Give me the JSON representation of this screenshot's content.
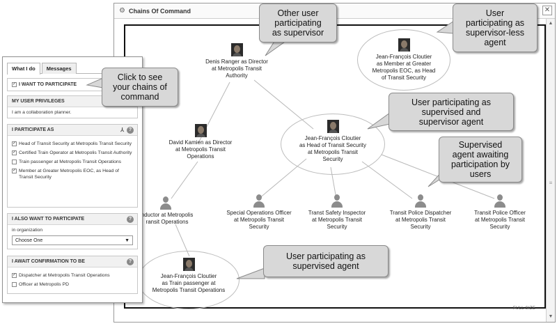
{
  "window": {
    "title": "Chains Of Command",
    "close_label": "✕",
    "full_size_label": "FULL SIZE"
  },
  "diagram": {
    "nodes": [
      {
        "id": "denis",
        "lines": [
          "Denis Ranger as Director",
          "at Metropolis Transit",
          "Authority"
        ]
      },
      {
        "id": "jf_eoc",
        "lines": [
          "Jean-François Cloutier",
          "as Member at Greater",
          "Metropolis EOC, as Head",
          "of Transit Security"
        ]
      },
      {
        "id": "david",
        "lines": [
          "David Kamien as Director",
          "at Metropolis Transit",
          "Operations"
        ]
      },
      {
        "id": "jf_head",
        "lines": [
          "Jean-François Cloutier",
          "as Head of Transit Security",
          "at Metropolis Transit",
          "Security"
        ]
      },
      {
        "id": "conductor",
        "lines": [
          "nductor at Metropolis",
          "ransit Operations"
        ]
      },
      {
        "id": "special",
        "lines": [
          "Special Operations Officer",
          "at Metropolis Transit",
          "Security"
        ]
      },
      {
        "id": "safety",
        "lines": [
          "Transt Safety Inspector",
          "at Metropolis Transit",
          "Security"
        ]
      },
      {
        "id": "dispatcher",
        "lines": [
          "Transit Police Dispatcher",
          "at Metropolis Transit",
          "Security"
        ]
      },
      {
        "id": "officer",
        "lines": [
          "Transit Police Officer",
          "at Metropolis Transit",
          "Security"
        ]
      },
      {
        "id": "jf_passenger",
        "lines": [
          "Jean-François Cloutier",
          "as Train passenger at",
          "Metropolis Transit Operations"
        ]
      }
    ]
  },
  "callouts": {
    "other_supervisor": [
      "Other user",
      "participating",
      "as supervisor"
    ],
    "supervisor_less": [
      "User",
      "participating as",
      "supervisor-less",
      "agent"
    ],
    "click_to_see": [
      "Click to see",
      "your chains of",
      "command"
    ],
    "supervised_supervisor": [
      "User participating as",
      "supervised and",
      "supervisor agent"
    ],
    "awaiting": [
      "Supervised",
      "agent awaiting",
      "participation by",
      "users"
    ],
    "supervised": [
      "User participating as",
      "supervised agent"
    ]
  },
  "panel": {
    "tabs": [
      {
        "label": "What I do",
        "active": true
      },
      {
        "label": "Messages",
        "active": false
      }
    ],
    "participate": {
      "label": "I WANT TO PARTICIPATE",
      "checked": true
    },
    "privileges": {
      "title": "MY USER PRIVILEGES",
      "text": "I am a collaboration planner."
    },
    "participate_as": {
      "title": "I PARTICIPATE AS",
      "items": [
        {
          "label": "Head of Transit Security at Metropolis Transit Security",
          "checked": true
        },
        {
          "label": "Certified Train Operator at Metropolis Transit Authority",
          "checked": true
        },
        {
          "label": "Train passenger at Metropolis Transit Operations",
          "checked": false
        },
        {
          "label": "Member at Greater Metropolis EOC, as Head of Transit Security",
          "checked": true
        }
      ]
    },
    "also_want": {
      "title": "I ALSO WANT TO PARTICIPATE",
      "org_label": "in organization",
      "select_value": "Choose One"
    },
    "await": {
      "title": "I AWAIT CONFIRMATION TO BE",
      "items": [
        {
          "label": "Dispatcher at Metropolis Transit Operations",
          "checked": true
        },
        {
          "label": "Officer at Metropolis PD",
          "checked": false
        }
      ]
    }
  }
}
